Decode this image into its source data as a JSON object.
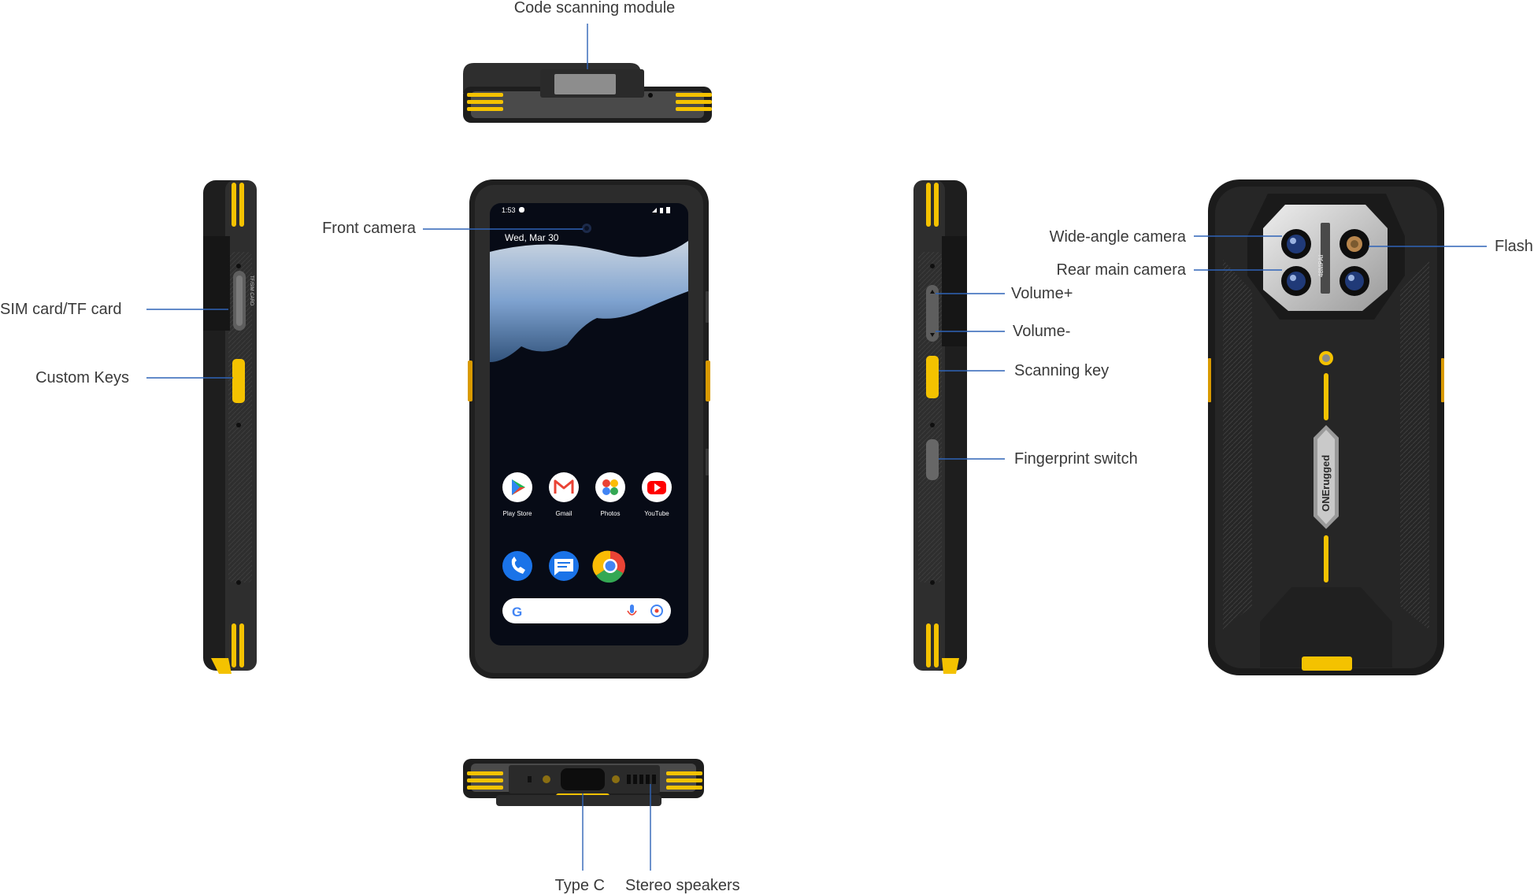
{
  "labels": {
    "code_scanning": "Code scanning module",
    "front_camera": "Front camera",
    "sim_tf": "SIM card/TF card",
    "custom_keys": "Custom Keys",
    "wide_angle": "Wide-angle camera",
    "rear_main": "Rear main camera",
    "flash": "Flash",
    "volume_up": "Volume+",
    "volume_down": "Volume-",
    "scanning_key": "Scanning key",
    "fingerprint": "Fingerprint switch",
    "type_c": "Type C",
    "stereo": "Stereo speakers"
  },
  "phone": {
    "status_time": "1:53",
    "date": "Wed, Mar 30",
    "apps": [
      "Play Store",
      "Gmail",
      "Photos",
      "YouTube"
    ],
    "sim_slot_text": "TF/SIM CARD",
    "camera_badge": "48MPAI",
    "brand": "ONErugged"
  },
  "colors": {
    "accent": "#f4c200",
    "leader_line": "#2f63b7",
    "body": "#262626",
    "screen": "#070b16"
  }
}
